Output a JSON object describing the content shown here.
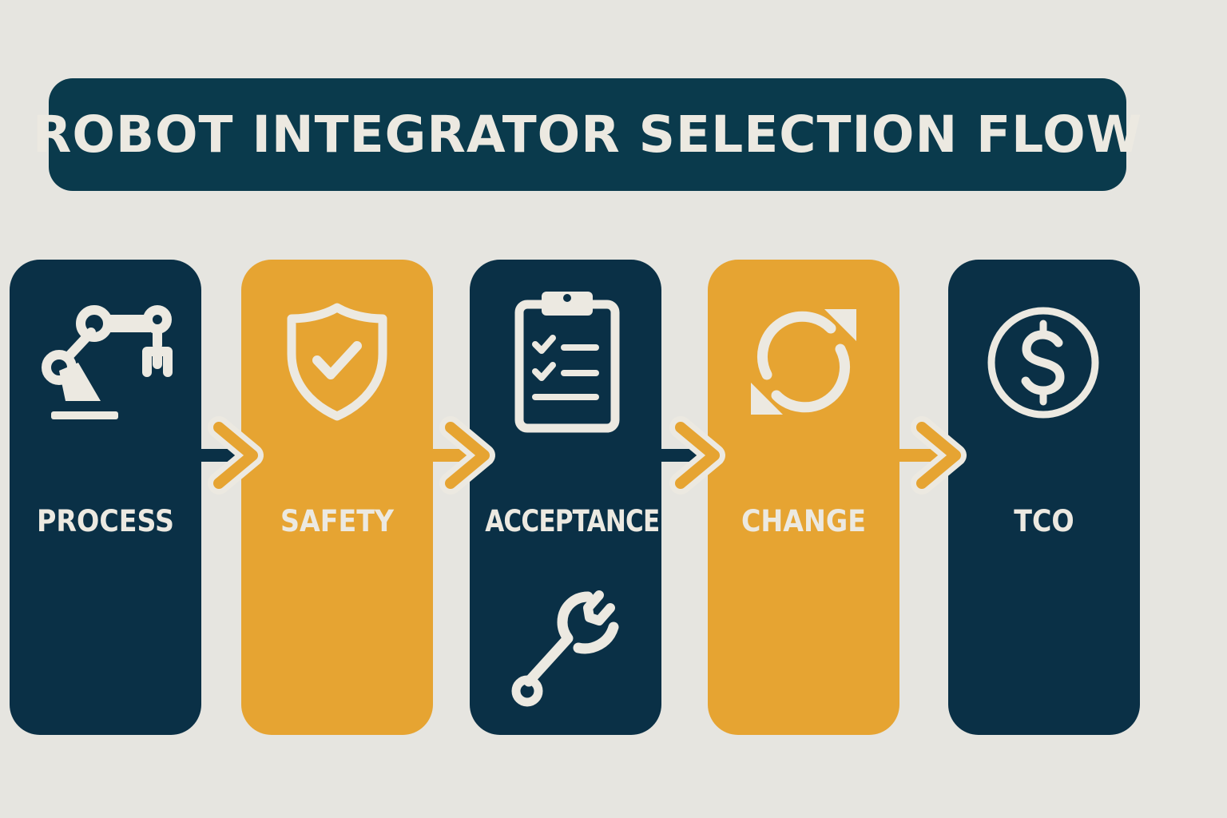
{
  "title": "ROBOT INTEGRATOR SELECTION FLOW",
  "colors": {
    "background": "#e6e5e0",
    "navy": "#0a3046",
    "gold": "#e6a432",
    "text_light": "#ece9e1"
  },
  "steps": [
    {
      "label": "PROCESS",
      "icon": "robot-arm-icon",
      "color": "navy"
    },
    {
      "label": "SAFETY",
      "icon": "shield-check-icon",
      "color": "gold"
    },
    {
      "label": "ACCEPTANCE",
      "icon": "clipboard-checklist-icon",
      "secondary_icon": "wrench-icon",
      "color": "navy"
    },
    {
      "label": "CHANGE",
      "icon": "refresh-arrows-icon",
      "color": "gold"
    },
    {
      "label": "TCO",
      "icon": "dollar-coin-icon",
      "color": "navy"
    }
  ]
}
